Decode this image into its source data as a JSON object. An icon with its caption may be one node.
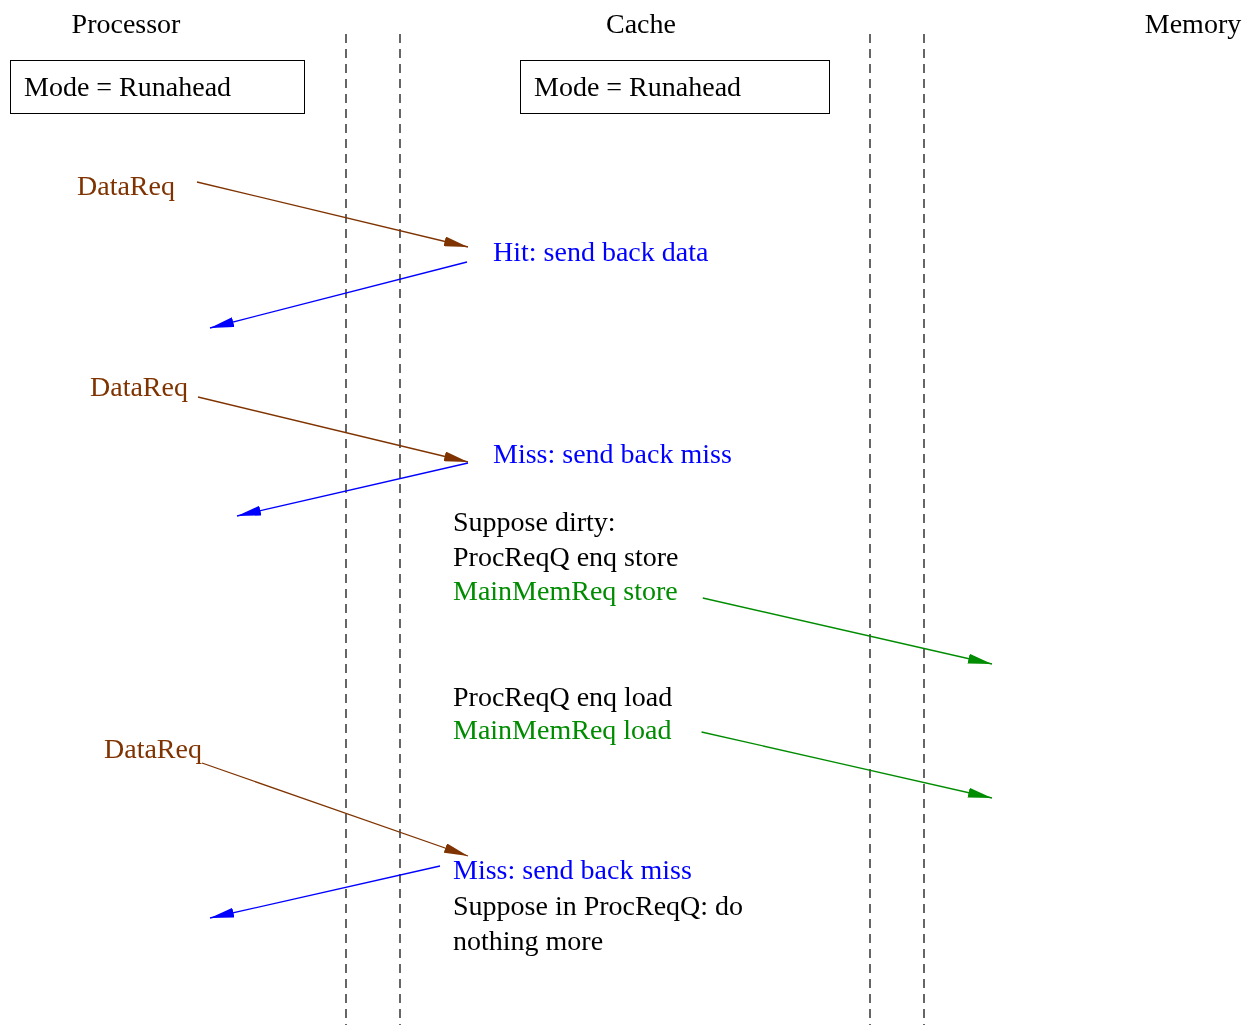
{
  "diagram": {
    "nodes": [
      {
        "text": [
          "Mode = Runahead"
        ]
      },
      {
        "text": [
          "Mode = Runahead"
        ]
      },
      {
        "text": [
          "DataReq"
        ]
      },
      {
        "text": [
          "Hit: send back data"
        ]
      },
      {
        "text": [
          "DataReq"
        ]
      },
      {
        "text": [
          "Miss: send back miss"
        ]
      },
      {
        "text": [
          "MainMemReq store"
        ]
      },
      {
        "text": [
          "MainMemReq load"
        ]
      },
      {
        "text": [
          "DataReq"
        ]
      },
      {
        "text": [
          "Miss: send back miss"
        ]
      }
    ],
    "edges": [
      {
        "from": 2,
        "to": 3,
        "arrow": "to",
        "color": "#7f3300"
      },
      {
        "from": 3,
        "to": null,
        "arrow": "to",
        "color": "#0000ff"
      },
      {
        "from": 4,
        "to": 5,
        "arrow": "to",
        "color": "#7f3300"
      },
      {
        "from": 5,
        "to": null,
        "arrow": "to",
        "color": "#0000ff"
      },
      {
        "from": 6,
        "to": null,
        "arrow": "to",
        "color": "#008c00"
      },
      {
        "from": 7,
        "to": null,
        "arrow": "to",
        "color": "#008c00"
      },
      {
        "from": 8,
        "to": 9,
        "arrow": "to",
        "color": "#7f3300"
      },
      {
        "from": 9,
        "to": null,
        "arrow": "to",
        "color": "#0000ff"
      }
    ],
    "labels": [
      "Processor",
      "Cache",
      "Memory",
      "Suppose dirty: ProcReqQ enq store",
      "ProcReqQ enq load",
      "Suppose in ProcReqQ: do nothing more"
    ]
  }
}
